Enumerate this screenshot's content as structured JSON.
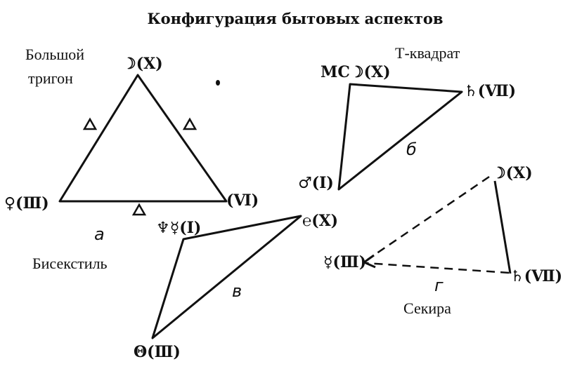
{
  "title": "Конфигурация бытовых аспектов",
  "a": {
    "caption_line1": "Большой",
    "caption_line2": "тригон",
    "letter": "а",
    "vertex_top": "☽(Ⅹ)",
    "vertex_left": "♀(Ⅲ)",
    "vertex_right": "(Ⅵ)"
  },
  "b": {
    "caption": "Т-квадрат",
    "letter": "б",
    "vertex_top": "MC☽(Ⅹ)",
    "vertex_right": "♄(Ⅶ)",
    "vertex_bottom": "♂(Ⅰ)"
  },
  "c": {
    "caption": "Бисекстиль",
    "letter": "в",
    "vertex_top_left": "♆☿(Ⅰ)",
    "vertex_right": "℮(Ⅹ)",
    "vertex_bottom": "Θ(Ⅲ)"
  },
  "d": {
    "caption": "Секира",
    "letter": "г",
    "vertex_top": "☽(Ⅹ)",
    "vertex_left": "☿(Ⅲ)",
    "vertex_right": "♄(Ⅶ)"
  }
}
